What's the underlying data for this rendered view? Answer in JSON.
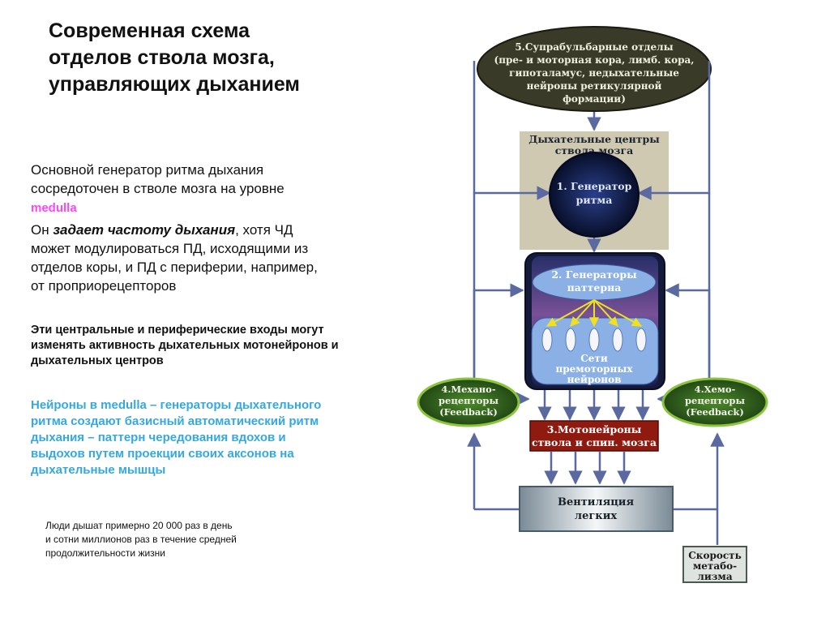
{
  "title": "Современная схема отделов ствола мозга, управляющих дыханием",
  "text": {
    "p1_main": "Основной генератор ритма дыхания сосредоточен в стволе мозга  на уровне",
    "p1_medulla": "medulla",
    "p2_start": "Он",
    "p2_emph": "задает частоту дыхания",
    "p2_end": ", хотя ЧД  может модулироваться ПД, исходящими из отделов коры, и ПД с периферии, например, от проприорецепторов",
    "p3": "Эти центральные и периферические входы могут изменять активность дыхательных мотонейронов и дыхательных центров",
    "p4": "Нейроны в medulla  – генераторы дыхательного  ритма создают базисный автоматический ритм дыхания – паттерн чередования вдохов и выдохов путем проекции своих аксонов на дыхательные мышцы",
    "p5": "Люди дышат примерно 20 000 раз в день и сотни миллионов раз в течение средней продолжительности жизни"
  },
  "diagram": {
    "supra": [
      "5.Супрабульбарные отделы",
      "(пре- и моторная кора, лимб. кора,",
      "гипоталамус, недыхательные",
      "нейроны ретикулярной",
      "формации)"
    ],
    "centers": [
      "Дыхательные центры",
      "ствола мозга"
    ],
    "gen1": [
      "1. Генератор",
      "ритма"
    ],
    "gen2": [
      "2. Генераторы",
      "паттерна"
    ],
    "nets": [
      "Сети",
      "премоторных",
      "нейронов"
    ],
    "mech": [
      "4.Механо-",
      "рецепторы",
      "(Feedback)"
    ],
    "chemo": [
      "4.Хемо-",
      "рецепторы",
      "(Feedback)"
    ],
    "moto": [
      "3.Мотонейроны",
      "ствола и спин. мозга"
    ],
    "vent": [
      "Вентиляция",
      "легких"
    ],
    "metab": [
      "Скорость",
      "метабо-",
      "лизма"
    ]
  },
  "colors": {
    "supra_fill": "#3a3a28",
    "centers_bg": "#cfc9b2",
    "gen1_fill": "#101c4a",
    "gen2_box": "#141a3a",
    "oval_blue": "#8ab0e6",
    "mech_fill": "#2f6a1e",
    "mech_ring": "#8cc43c",
    "moto_fill": "#8e1a10",
    "arrow": "#5a6aa0",
    "yellow_arrow": "#f0e020",
    "medulla": "#ff44ff",
    "blue_text": "#35a8e0"
  }
}
